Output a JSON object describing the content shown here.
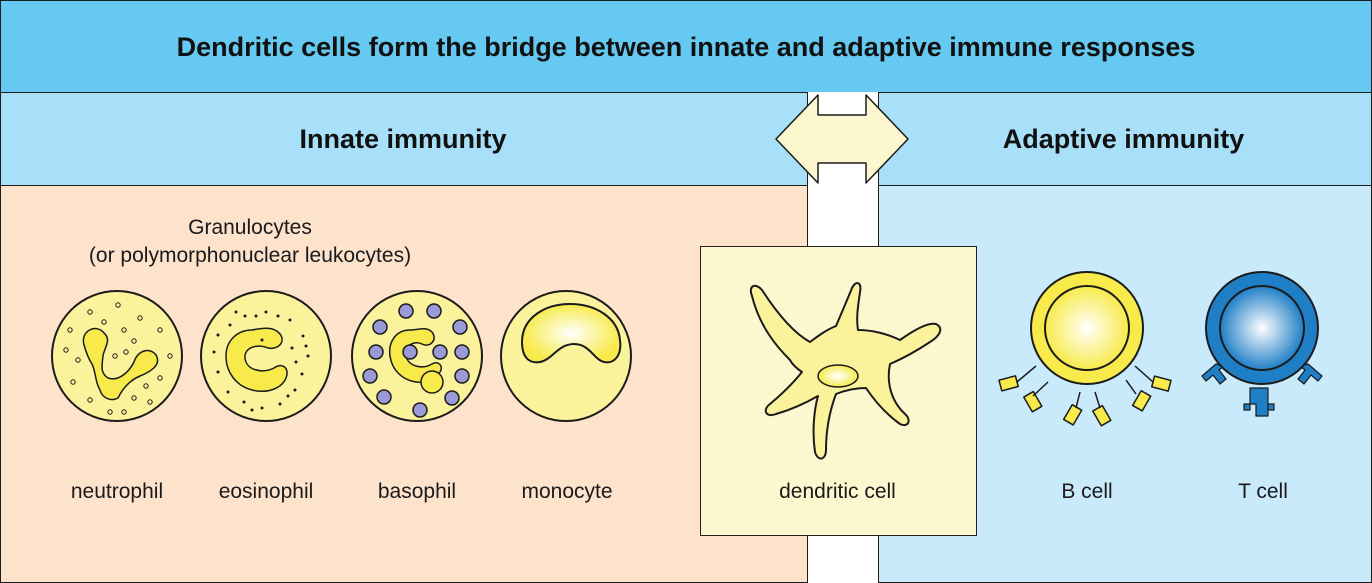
{
  "title": "Dendritic cells form the bridge between innate and adaptive immune responses",
  "innate": {
    "label": "Innate immunity",
    "group_label_line1": "Granulocytes",
    "group_label_line2": "(or polymorphonuclear leukocytes)",
    "cells": [
      "neutrophil",
      "eosinophil",
      "basophil",
      "monocyte"
    ]
  },
  "bridge": {
    "cell": "dendritic cell"
  },
  "adaptive": {
    "label": "Adaptive immunity",
    "cells": [
      "B cell",
      "T cell"
    ]
  },
  "colors": {
    "title_bar": "#65c9f1",
    "section_band": "#a7e0f8",
    "innate_panel": "#fde2cc",
    "adaptive_panel": "#c8eafb",
    "cell_yellow": "#fbf39c",
    "nucleus_yellow": "#f7ea4a",
    "granule_purple": "#9a9ad8",
    "t_cell_blue": "#1f7fc6"
  }
}
